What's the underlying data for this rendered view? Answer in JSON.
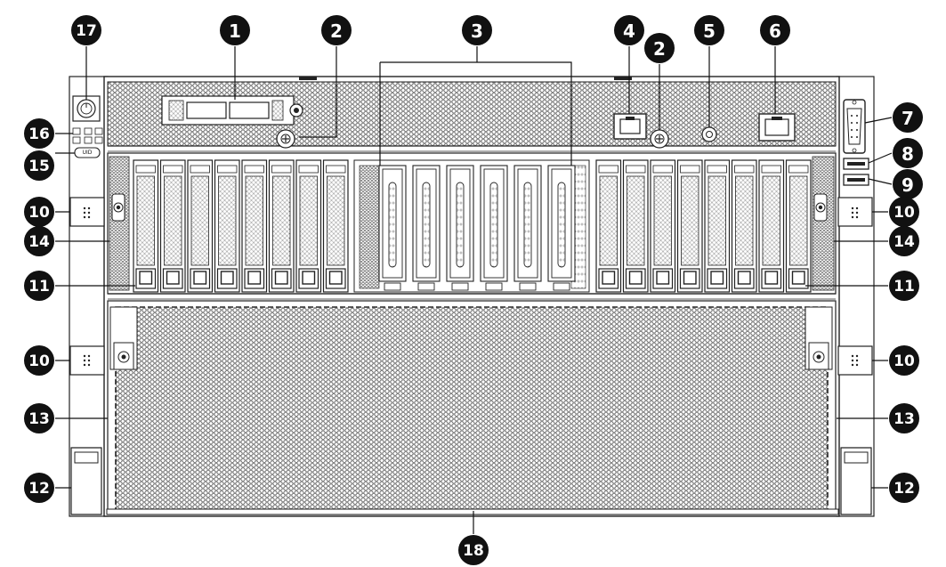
{
  "callouts": [
    {
      "id": "1",
      "label": "1"
    },
    {
      "id": "2a",
      "label": "2"
    },
    {
      "id": "2b",
      "label": "2"
    },
    {
      "id": "3",
      "label": "3"
    },
    {
      "id": "4",
      "label": "4"
    },
    {
      "id": "5",
      "label": "5"
    },
    {
      "id": "6",
      "label": "6"
    },
    {
      "id": "7",
      "label": "7"
    },
    {
      "id": "8",
      "label": "8"
    },
    {
      "id": "9",
      "label": "9"
    },
    {
      "id": "10a",
      "label": "10"
    },
    {
      "id": "10b",
      "label": "10"
    },
    {
      "id": "10c",
      "label": "10"
    },
    {
      "id": "10d",
      "label": "10"
    },
    {
      "id": "11a",
      "label": "11"
    },
    {
      "id": "11b",
      "label": "11"
    },
    {
      "id": "12a",
      "label": "12"
    },
    {
      "id": "12b",
      "label": "12"
    },
    {
      "id": "13a",
      "label": "13"
    },
    {
      "id": "13b",
      "label": "13"
    },
    {
      "id": "14a",
      "label": "14"
    },
    {
      "id": "14b",
      "label": "14"
    },
    {
      "id": "15",
      "label": "15"
    },
    {
      "id": "16",
      "label": "16"
    },
    {
      "id": "17",
      "label": "17"
    },
    {
      "id": "18",
      "label": "18"
    }
  ],
  "uid_button_label": "UID",
  "colors": {
    "line": "#1a1a1a",
    "badge": "#111111",
    "panel": "#ffffff",
    "mesh": "#cfcfcf"
  }
}
